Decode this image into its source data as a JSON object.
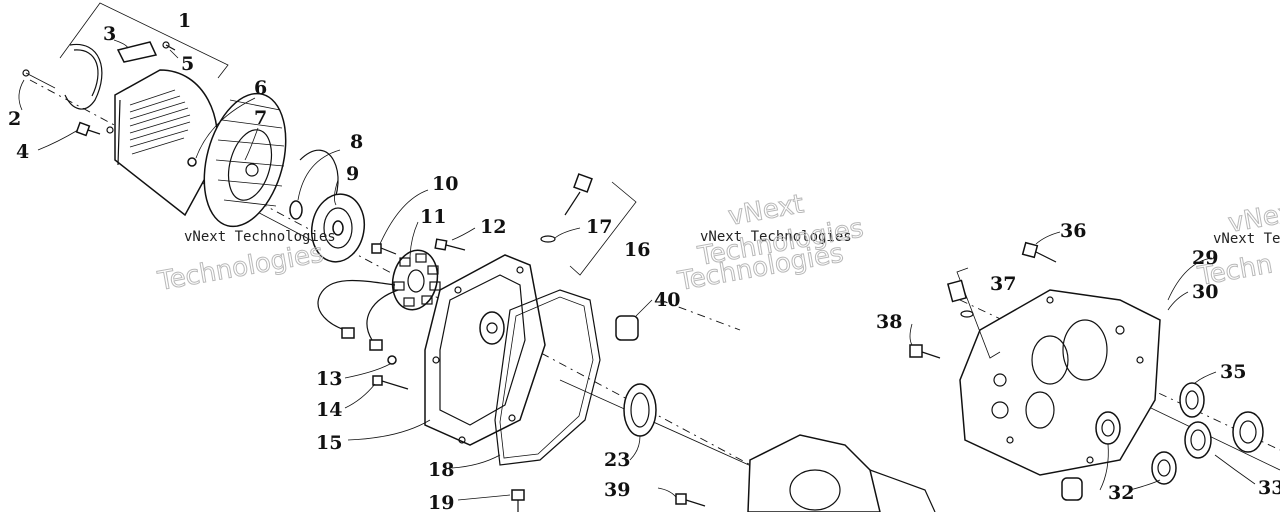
{
  "watermark": {
    "line1": "vNext Technologies",
    "big1": "Technologies",
    "big2": "vNext",
    "big3": "Technologies",
    "line2": "vNext Technologies",
    "big4": "Technologies",
    "edge_small": "vNext Te",
    "edge_big": "Techn",
    "edge_big2": "vNext"
  },
  "callouts": {
    "c1": "1",
    "c2": "2",
    "c3": "3",
    "c4": "4",
    "c5": "5",
    "c6": "6",
    "c7": "7",
    "c8": "8",
    "c9": "9",
    "c10": "10",
    "c11": "11",
    "c12": "12",
    "c13": "13",
    "c14": "14",
    "c15": "15",
    "c16": "16",
    "c17": "17",
    "c18": "18",
    "c19": "19",
    "c23": "23",
    "c29": "29",
    "c30": "30",
    "c32": "32",
    "c33": "33",
    "c35": "35",
    "c36": "36",
    "c37": "37",
    "c38": "38",
    "c39": "39",
    "c40": "40"
  }
}
